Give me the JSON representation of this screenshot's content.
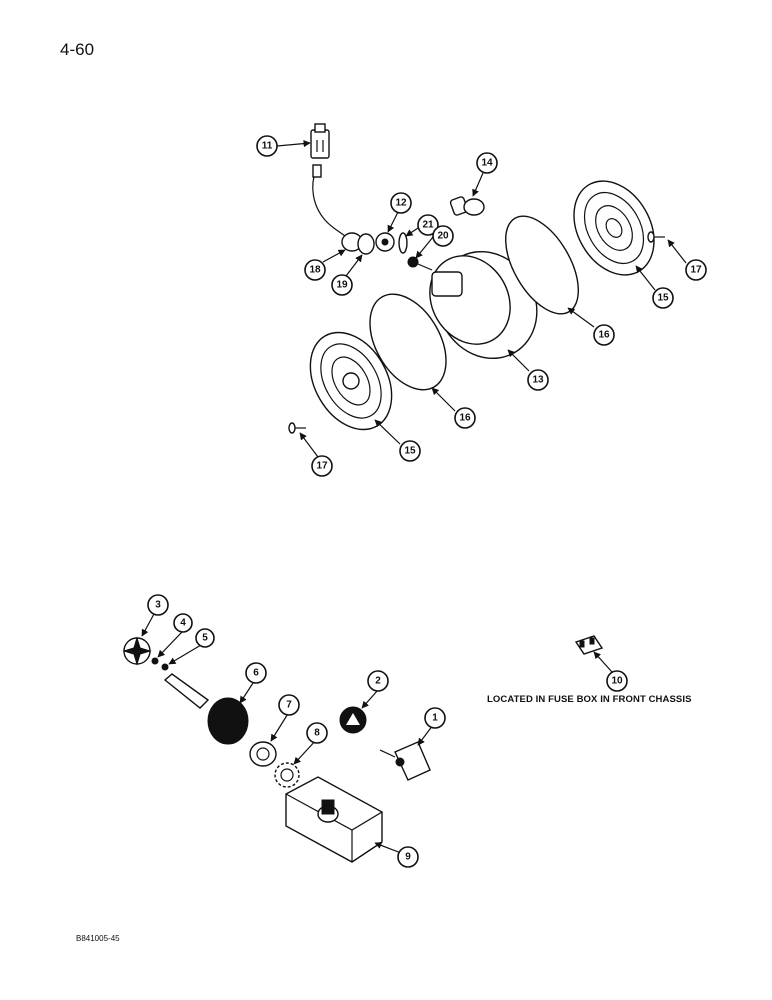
{
  "page_number": "4-60",
  "figure_id": "B841005-45",
  "fuse_note": "LOCATED IN FUSE BOX IN FRONT CHASSIS",
  "callouts": [
    "11",
    "14",
    "12",
    "21",
    "20",
    "18",
    "19",
    "17",
    "15",
    "16",
    "13",
    "16",
    "15",
    "17",
    "3",
    "4",
    "5",
    "6",
    "2",
    "7",
    "8",
    "1",
    "9",
    "10"
  ]
}
